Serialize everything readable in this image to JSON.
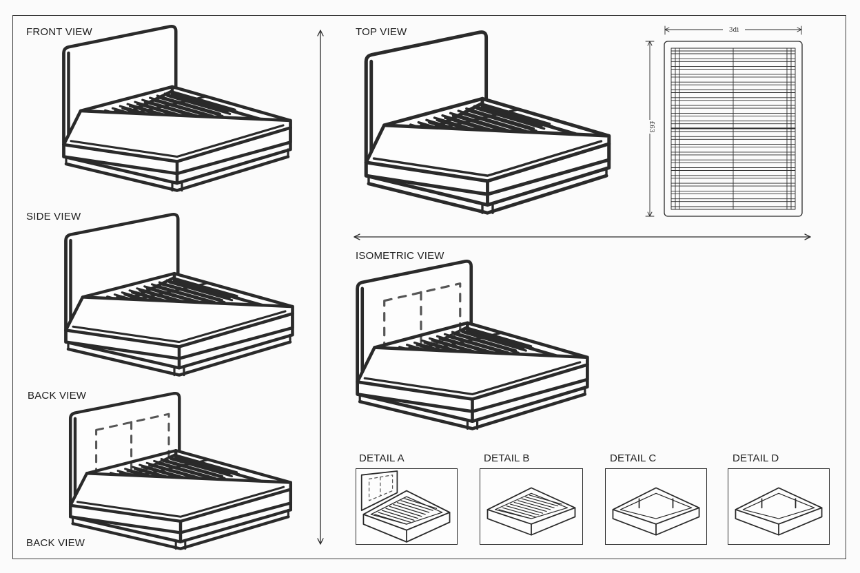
{
  "views": {
    "front": "FRONT VIEW",
    "side": "SIDE VIEW",
    "back_upper": "BACK VIEW",
    "back_lower": "BACK VIEW",
    "top": "TOP VIEW",
    "isometric": "ISOMETRIC VIEW"
  },
  "details": {
    "a": "DETAIL A",
    "b": "DETAIL B",
    "c": "DETAIL C",
    "d": "DETAIL D"
  },
  "dimensions": {
    "top_width": "3di",
    "top_length": "£63"
  }
}
